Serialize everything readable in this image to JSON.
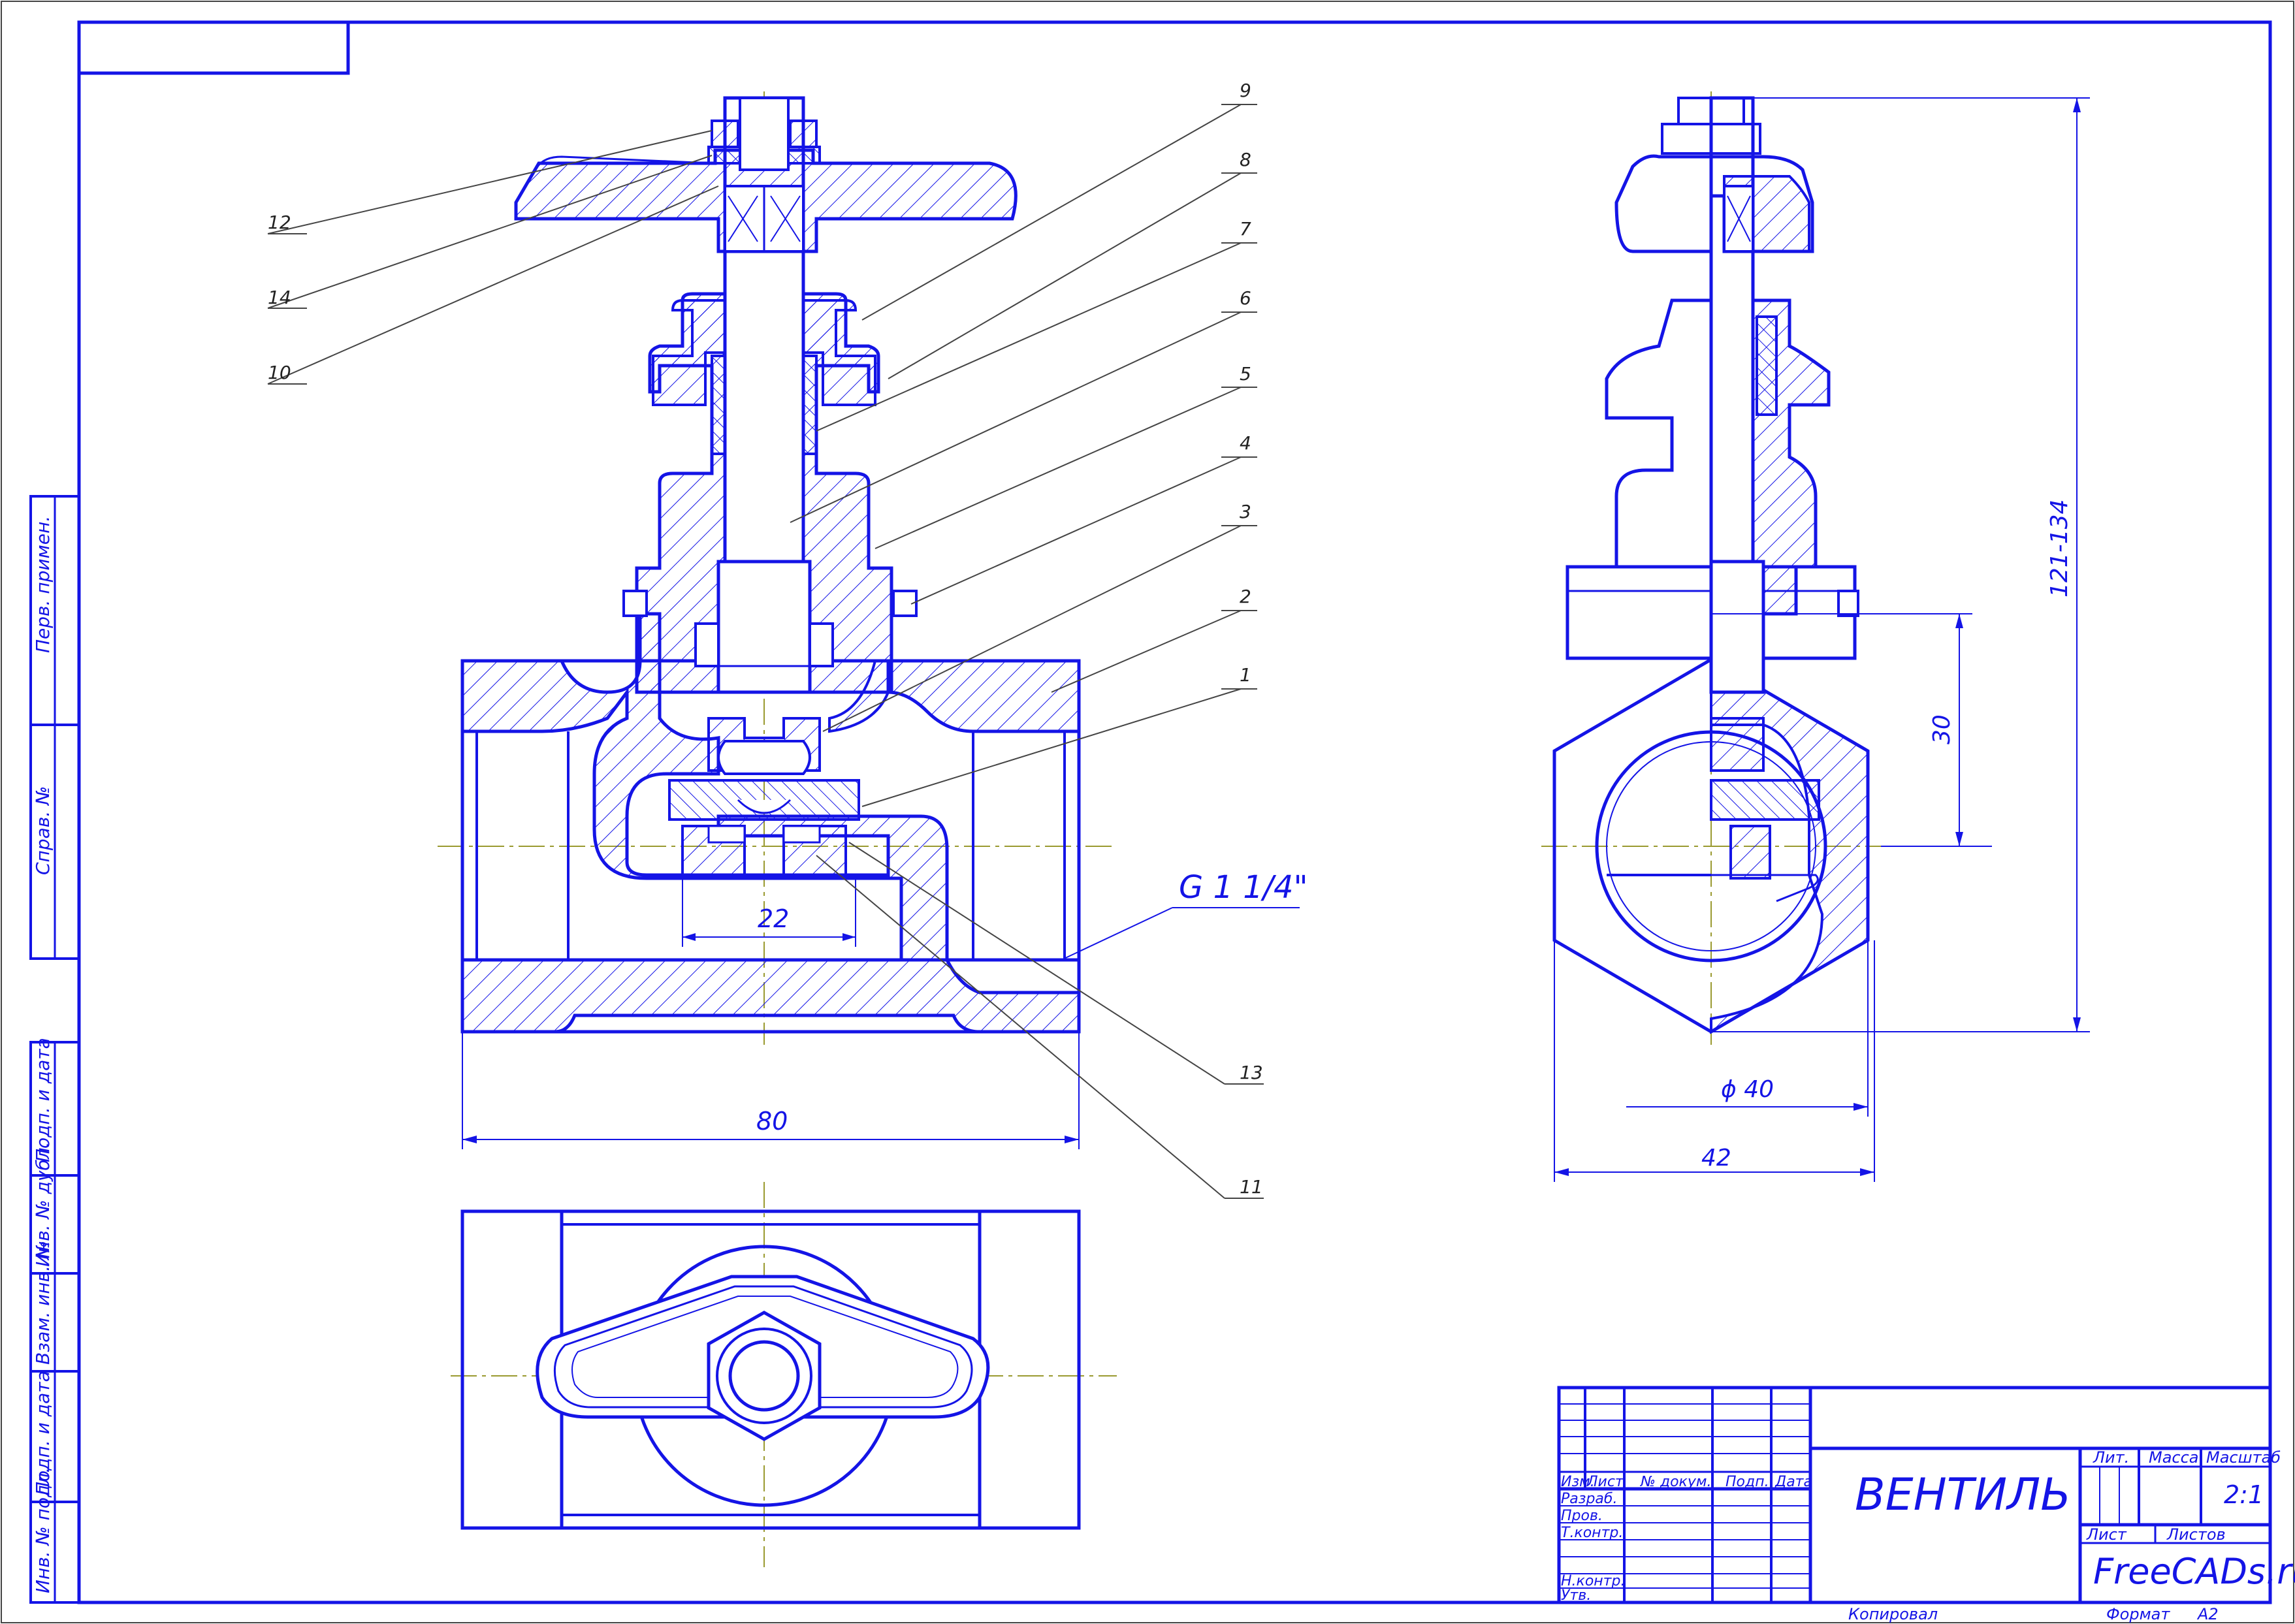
{
  "drawing": {
    "title": "ВЕНТИЛЬ",
    "watermark": "FreeCADs.ru",
    "scale": "2:1",
    "format_label": "Формат",
    "format_value": "A2",
    "copied_label": "Копировал",
    "thread_label": "G 1 1/4\"",
    "ink_color": "#1414e6",
    "paper_color": "#ffffff"
  },
  "dimensions": {
    "bore": "22",
    "length": "80",
    "height_range": "121-134",
    "stem_offset": "30",
    "diameter": "ϕ 40",
    "width": "42"
  },
  "callouts": {
    "left": [
      "12",
      "14",
      "10"
    ],
    "right": [
      "9",
      "8",
      "7",
      "6",
      "5",
      "4",
      "3",
      "2",
      "1"
    ],
    "bottom": [
      "13",
      "11"
    ]
  },
  "side_stamp": [
    "Перв. примен.",
    "Справ. №",
    "Подп. и дата",
    "Инв. № дубл.",
    "Взам. инв. №",
    "Подп. и дата",
    "Инв. № подл."
  ],
  "title_block": {
    "header": [
      "Изм.",
      "Лист",
      "№ докум.",
      "Подп.",
      "Дата"
    ],
    "roles": [
      "Разраб.",
      "Пров.",
      "Т.контр.",
      "Н.контр.",
      "Утв."
    ],
    "lit_label": "Лит.",
    "mass_label": "Масса",
    "scale_label": "Масштаб",
    "sheet_label": "Лист",
    "sheets_label": "Листов"
  }
}
